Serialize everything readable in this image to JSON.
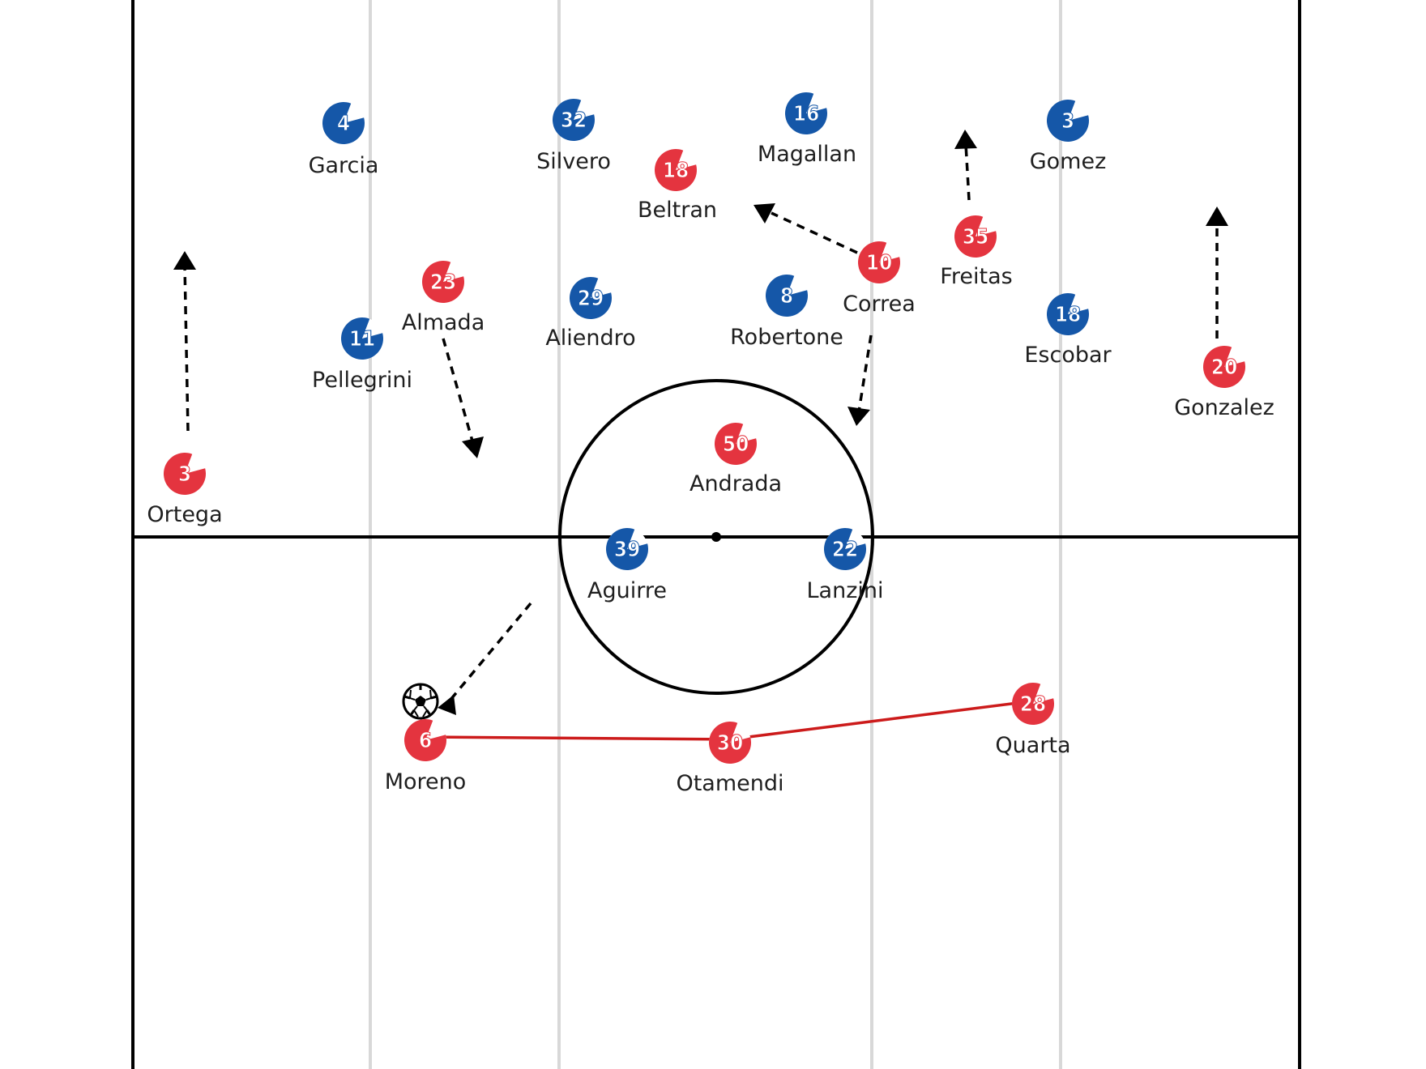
{
  "colors": {
    "home": "#e4343f",
    "away": "#1557a8",
    "pitch_line": "#000000",
    "stripe": "#d8d8d8",
    "pass_line": "#cc1b1b"
  },
  "players": [
    {
      "id": "garcia",
      "name": "Garcia",
      "number": "4",
      "team": "away"
    },
    {
      "id": "silvero",
      "name": "Silvero",
      "number": "32",
      "team": "away"
    },
    {
      "id": "magallan",
      "name": "Magallan",
      "number": "16",
      "team": "away"
    },
    {
      "id": "gomez",
      "name": "Gomez",
      "number": "3",
      "team": "away"
    },
    {
      "id": "pellegrini",
      "name": "Pellegrini",
      "number": "11",
      "team": "away"
    },
    {
      "id": "aliendro",
      "name": "Aliendro",
      "number": "29",
      "team": "away"
    },
    {
      "id": "robertone",
      "name": "Robertone",
      "number": "8",
      "team": "away"
    },
    {
      "id": "escobar",
      "name": "Escobar",
      "number": "18",
      "team": "away"
    },
    {
      "id": "aguirre",
      "name": "Aguirre",
      "number": "39",
      "team": "away"
    },
    {
      "id": "lanzini",
      "name": "Lanzini",
      "number": "22",
      "team": "away"
    },
    {
      "id": "beltran",
      "name": "Beltran",
      "number": "18",
      "team": "home"
    },
    {
      "id": "freitas",
      "name": "Freitas",
      "number": "35",
      "team": "home"
    },
    {
      "id": "correa",
      "name": "Correa",
      "number": "10",
      "team": "home"
    },
    {
      "id": "almada",
      "name": "Almada",
      "number": "23",
      "team": "home"
    },
    {
      "id": "gonzalez",
      "name": "Gonzalez",
      "number": "20",
      "team": "home"
    },
    {
      "id": "ortega",
      "name": "Ortega",
      "number": "3",
      "team": "home"
    },
    {
      "id": "andrada",
      "name": "Andrada",
      "number": "50",
      "team": "home"
    },
    {
      "id": "moreno",
      "name": "Moreno",
      "number": "6",
      "team": "home"
    },
    {
      "id": "otamendi",
      "name": "Otamendi",
      "number": "30",
      "team": "home"
    },
    {
      "id": "quarta",
      "name": "Quarta",
      "number": "28",
      "team": "home"
    }
  ],
  "ball_icon": "soccer-ball-icon"
}
